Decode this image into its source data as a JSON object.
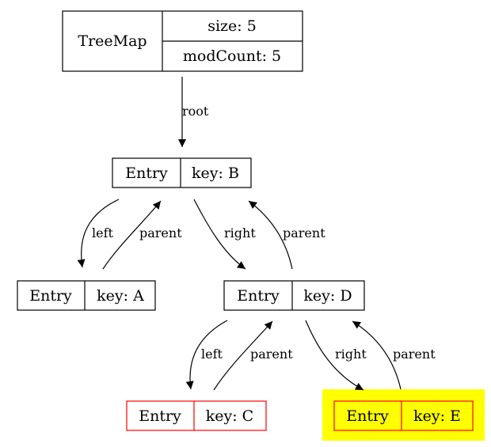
{
  "colors": {
    "default_stroke": "#000000",
    "red_stroke": "#ff0000",
    "highlight_fill": "#ffff00",
    "background": "#ffffff"
  },
  "treemap": {
    "title": "TreeMap",
    "size": "size: 5",
    "modcount": "modCount: 5"
  },
  "nodes": {
    "b": {
      "type": "Entry",
      "key": "key: B",
      "color": "black"
    },
    "a": {
      "type": "Entry",
      "key": "key: A",
      "color": "black"
    },
    "d": {
      "type": "Entry",
      "key": "key: D",
      "color": "black"
    },
    "c": {
      "type": "Entry",
      "key": "key: C",
      "color": "red"
    },
    "e": {
      "type": "Entry",
      "key": "key: E",
      "color": "red",
      "highlighted": true
    }
  },
  "edges": {
    "root": "root",
    "b_left": "left",
    "a_parent": "parent",
    "b_right": "right",
    "d_parent_b": "parent",
    "d_left": "left",
    "c_parent": "parent",
    "d_right": "right",
    "e_parent": "parent"
  }
}
